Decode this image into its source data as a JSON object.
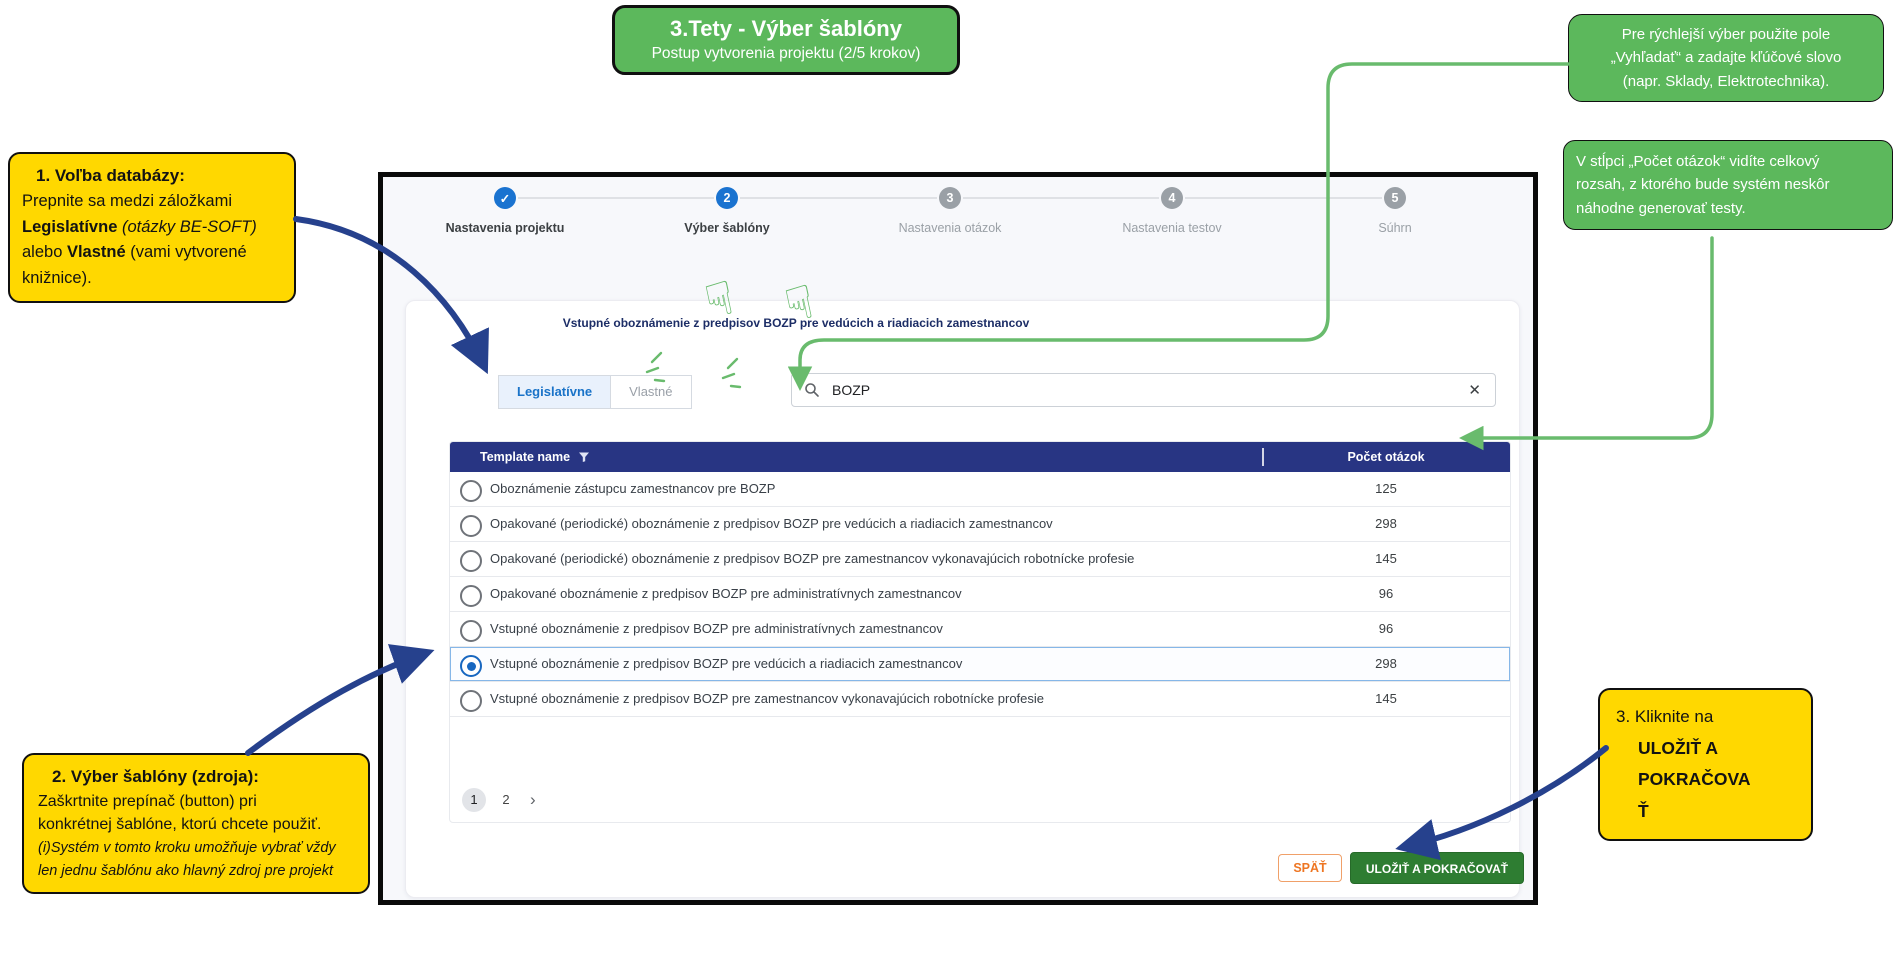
{
  "annotations": {
    "title_box": {
      "title": "3.Tety - Výber šablóny",
      "subtitle": "Postup vytvorenia projektu (2/5 krokov)"
    },
    "search_tip": {
      "lines": [
        "Pre rýchlejší výber použite pole",
        "„Vyhľadať“ a zadajte kľúčové slovo",
        "(napr. Sklady, Elektrotechnika)."
      ]
    },
    "count_tip": {
      "lines": [
        "V stĺpci „Počet otázok“ vidíte celkový",
        "rozsah, z ktorého bude systém neskôr",
        "náhodne generovať testy."
      ]
    },
    "note1": {
      "lines": [
        [
          {
            "t": "1. ",
            "b": 1
          },
          {
            "t": "Voľba databázy:",
            "b": 1
          }
        ],
        [
          "Prepnite sa medzi záložkami"
        ],
        [
          {
            "t": "Legislatívne",
            "b": 1
          },
          {
            "t": " "
          },
          {
            "t": "(otázky BE-SOFT)",
            "i": 1
          }
        ],
        [
          {
            "t": "alebo "
          },
          {
            "t": "Vlastné",
            "b": 1
          },
          {
            "t": " (vami vytvorené"
          }
        ],
        [
          "knižnice)."
        ]
      ]
    },
    "note2": {
      "lines": [
        [
          {
            "t": "2. ",
            "b": 1
          },
          {
            "t": "Výber šablóny (zdroja):",
            "b": 1
          }
        ],
        [
          "Zaškrtnite prepínač (button) pri"
        ],
        [
          "konkrétnej šablóne, ktorú chcete použiť."
        ],
        [
          {
            "t": "(i)Systém v tomto kroku umožňuje vybrať vždy",
            "i": 1
          }
        ],
        [
          {
            "t": "len jednu šablónu ako hlavný zdroj pre projekt",
            "i": 1
          }
        ]
      ]
    },
    "note3": {
      "lines": [
        [
          "3. Kliknite na"
        ],
        [
          {
            "t": "ULOŽIŤ A",
            "b": 1
          }
        ],
        [
          {
            "t": "POKRAČOVA",
            "b": 1
          }
        ],
        [
          {
            "t": "Ť",
            "b": 1
          }
        ]
      ]
    }
  },
  "wizard": {
    "steps": [
      {
        "label": "Nastavenia projektu",
        "state": "done",
        "symbol": "✓"
      },
      {
        "label": "Výber šablóny",
        "state": "active",
        "symbol": "2"
      },
      {
        "label": "Nastavenia otázok",
        "state": "todo",
        "symbol": "3"
      },
      {
        "label": "Nastavenia testov",
        "state": "todo",
        "symbol": "4"
      },
      {
        "label": "Súhrn",
        "state": "todo",
        "symbol": "5"
      }
    ]
  },
  "content": {
    "template_title": "Vstupné oboznámenie z predpisov BOZP pre vedúcich a riadiacich zamestnancov",
    "tabs": [
      {
        "label": "Legislatívne",
        "active": true
      },
      {
        "label": "Vlastné",
        "active": false
      }
    ],
    "search": {
      "value": "BOZP",
      "clear_symbol": "✕"
    },
    "table": {
      "headers": {
        "name": "Template name",
        "count": "Počet otázok"
      },
      "rows": [
        {
          "name": "Oboznámenie zástupcu zamestnancov pre BOZP",
          "count": "125",
          "selected": false
        },
        {
          "name": "Opakované (periodické) oboznámenie z predpisov BOZP pre vedúcich a riadiacich zamestnancov",
          "count": "298",
          "selected": false
        },
        {
          "name": "Opakované (periodické) oboznámenie z predpisov BOZP pre zamestnancov vykonavajúcich robotnícke profesie",
          "count": "145",
          "selected": false
        },
        {
          "name": "Opakované oboznámenie z predpisov BOZP pre administratívnych zamestnancov",
          "count": "96",
          "selected": false
        },
        {
          "name": "Vstupné oboznámenie z predpisov BOZP pre administratívnych zamestnancov",
          "count": "96",
          "selected": false
        },
        {
          "name": "Vstupné oboznámenie z predpisov BOZP pre vedúcich a riadiacich zamestnancov",
          "count": "298",
          "selected": true
        },
        {
          "name": "Vstupné oboznámenie z predpisov BOZP pre zamestnancov vykonavajúcich robotnícke profesie",
          "count": "145",
          "selected": false
        }
      ]
    },
    "pagination": {
      "pages": [
        "1",
        "2"
      ],
      "current": "1",
      "next_symbol": "›"
    },
    "buttons": {
      "back": "SPÄŤ",
      "save": "ULOŽIŤ A POKRAČOVAŤ"
    }
  },
  "colors": {
    "annotation_green": "#5CB85C",
    "annotation_yellow": "#FFD800",
    "arrow_blue": "#26418D",
    "arrow_green": "#69BB6D",
    "table_header_blue": "#283583",
    "tab_active_blue": "#1A73C8",
    "save_button_green": "#2E7D32",
    "back_button_orange": "#EE7623",
    "step_blue": "#1A73D0"
  }
}
